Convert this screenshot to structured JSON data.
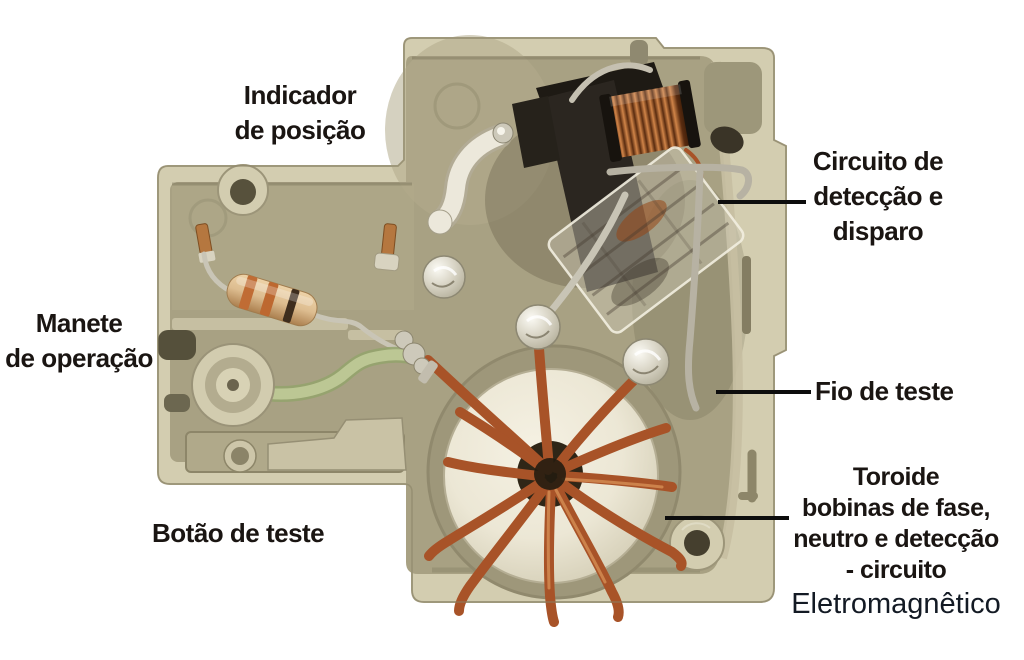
{
  "labels": {
    "indicador_posicao": {
      "lines": [
        "Indicador",
        "de posição"
      ]
    },
    "circuito_deteccao": {
      "lines": [
        "Circuito de",
        "detecção e",
        "disparo"
      ]
    },
    "manete_operacao": {
      "lines": [
        "Manete",
        "de operação"
      ]
    },
    "fio_teste": {
      "lines": [
        "Fio de teste"
      ]
    },
    "botao_teste": {
      "lines": [
        "Botão de teste"
      ]
    },
    "toroide": {
      "lines": [
        "Toroide",
        "bobinas de fase,",
        "neutro e detecção",
        "- circuito",
        "Eletromagnêtico"
      ]
    }
  },
  "colors": {
    "background": "#ffffff",
    "text": "#1a1512",
    "leader": "#0d0d0d",
    "case-body": "#d3cdb0",
    "case-floor": "#a8a183",
    "case-line": "#8a8468",
    "toroid-body": "#ece7d5",
    "toroid-core": "#2f2617",
    "copper": "#a85328",
    "coil-dark": "#5a2c10",
    "coil-light": "#d08448",
    "relay-dark": "#2b2620",
    "clear-plastic": "#c2bca6",
    "metal": "#cdc9ba",
    "resistor-body": "#ddbd90",
    "band-orange": "#c06c34",
    "band-dark": "#3e2d1d",
    "lever-green": "#bcc794",
    "lever-white": "#ece8db",
    "wire-grey": "#b7b2a3"
  }
}
